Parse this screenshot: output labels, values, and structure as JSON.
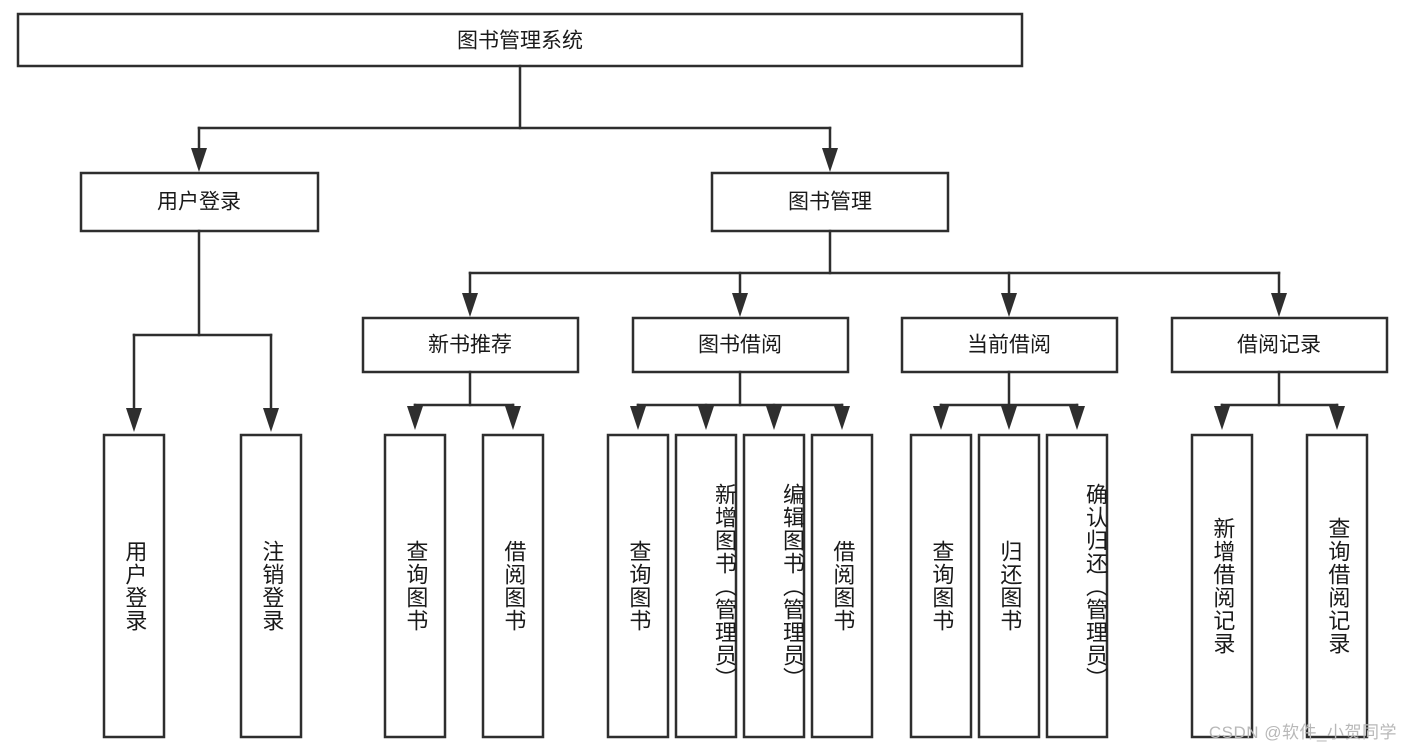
{
  "diagram": {
    "title": "图书管理系统",
    "watermark": "CSDN @软件_小贺同学",
    "colors": {
      "stroke": "#2e2e2e",
      "fill": "#ffffff",
      "text": "#1a1a1a",
      "watermark": "#b8b8b8",
      "background": "#ffffff"
    },
    "root": {
      "label": "图书管理系统"
    },
    "level2": [
      {
        "label": "用户登录"
      },
      {
        "label": "图书管理"
      }
    ],
    "level3": [
      {
        "label": "新书推荐"
      },
      {
        "label": "图书借阅"
      },
      {
        "label": "当前借阅"
      },
      {
        "label": "借阅记录"
      }
    ],
    "leaves": {
      "user_login": [
        {
          "label": "用户登录"
        },
        {
          "label": "注销登录"
        }
      ],
      "new_book": [
        {
          "label": "查询图书"
        },
        {
          "label": "借阅图书"
        }
      ],
      "book_borrow": [
        {
          "label": "查询图书"
        },
        {
          "label": "新增图书（管理员）"
        },
        {
          "label": "编辑图书（管理员）"
        },
        {
          "label": "借阅图书"
        }
      ],
      "current_borrow": [
        {
          "label": "查询图书"
        },
        {
          "label": "归还图书"
        },
        {
          "label": "确认归还（管理员）"
        }
      ],
      "borrow_record": [
        {
          "label": "新增借阅记录"
        },
        {
          "label": "查询借阅记录"
        }
      ]
    }
  }
}
